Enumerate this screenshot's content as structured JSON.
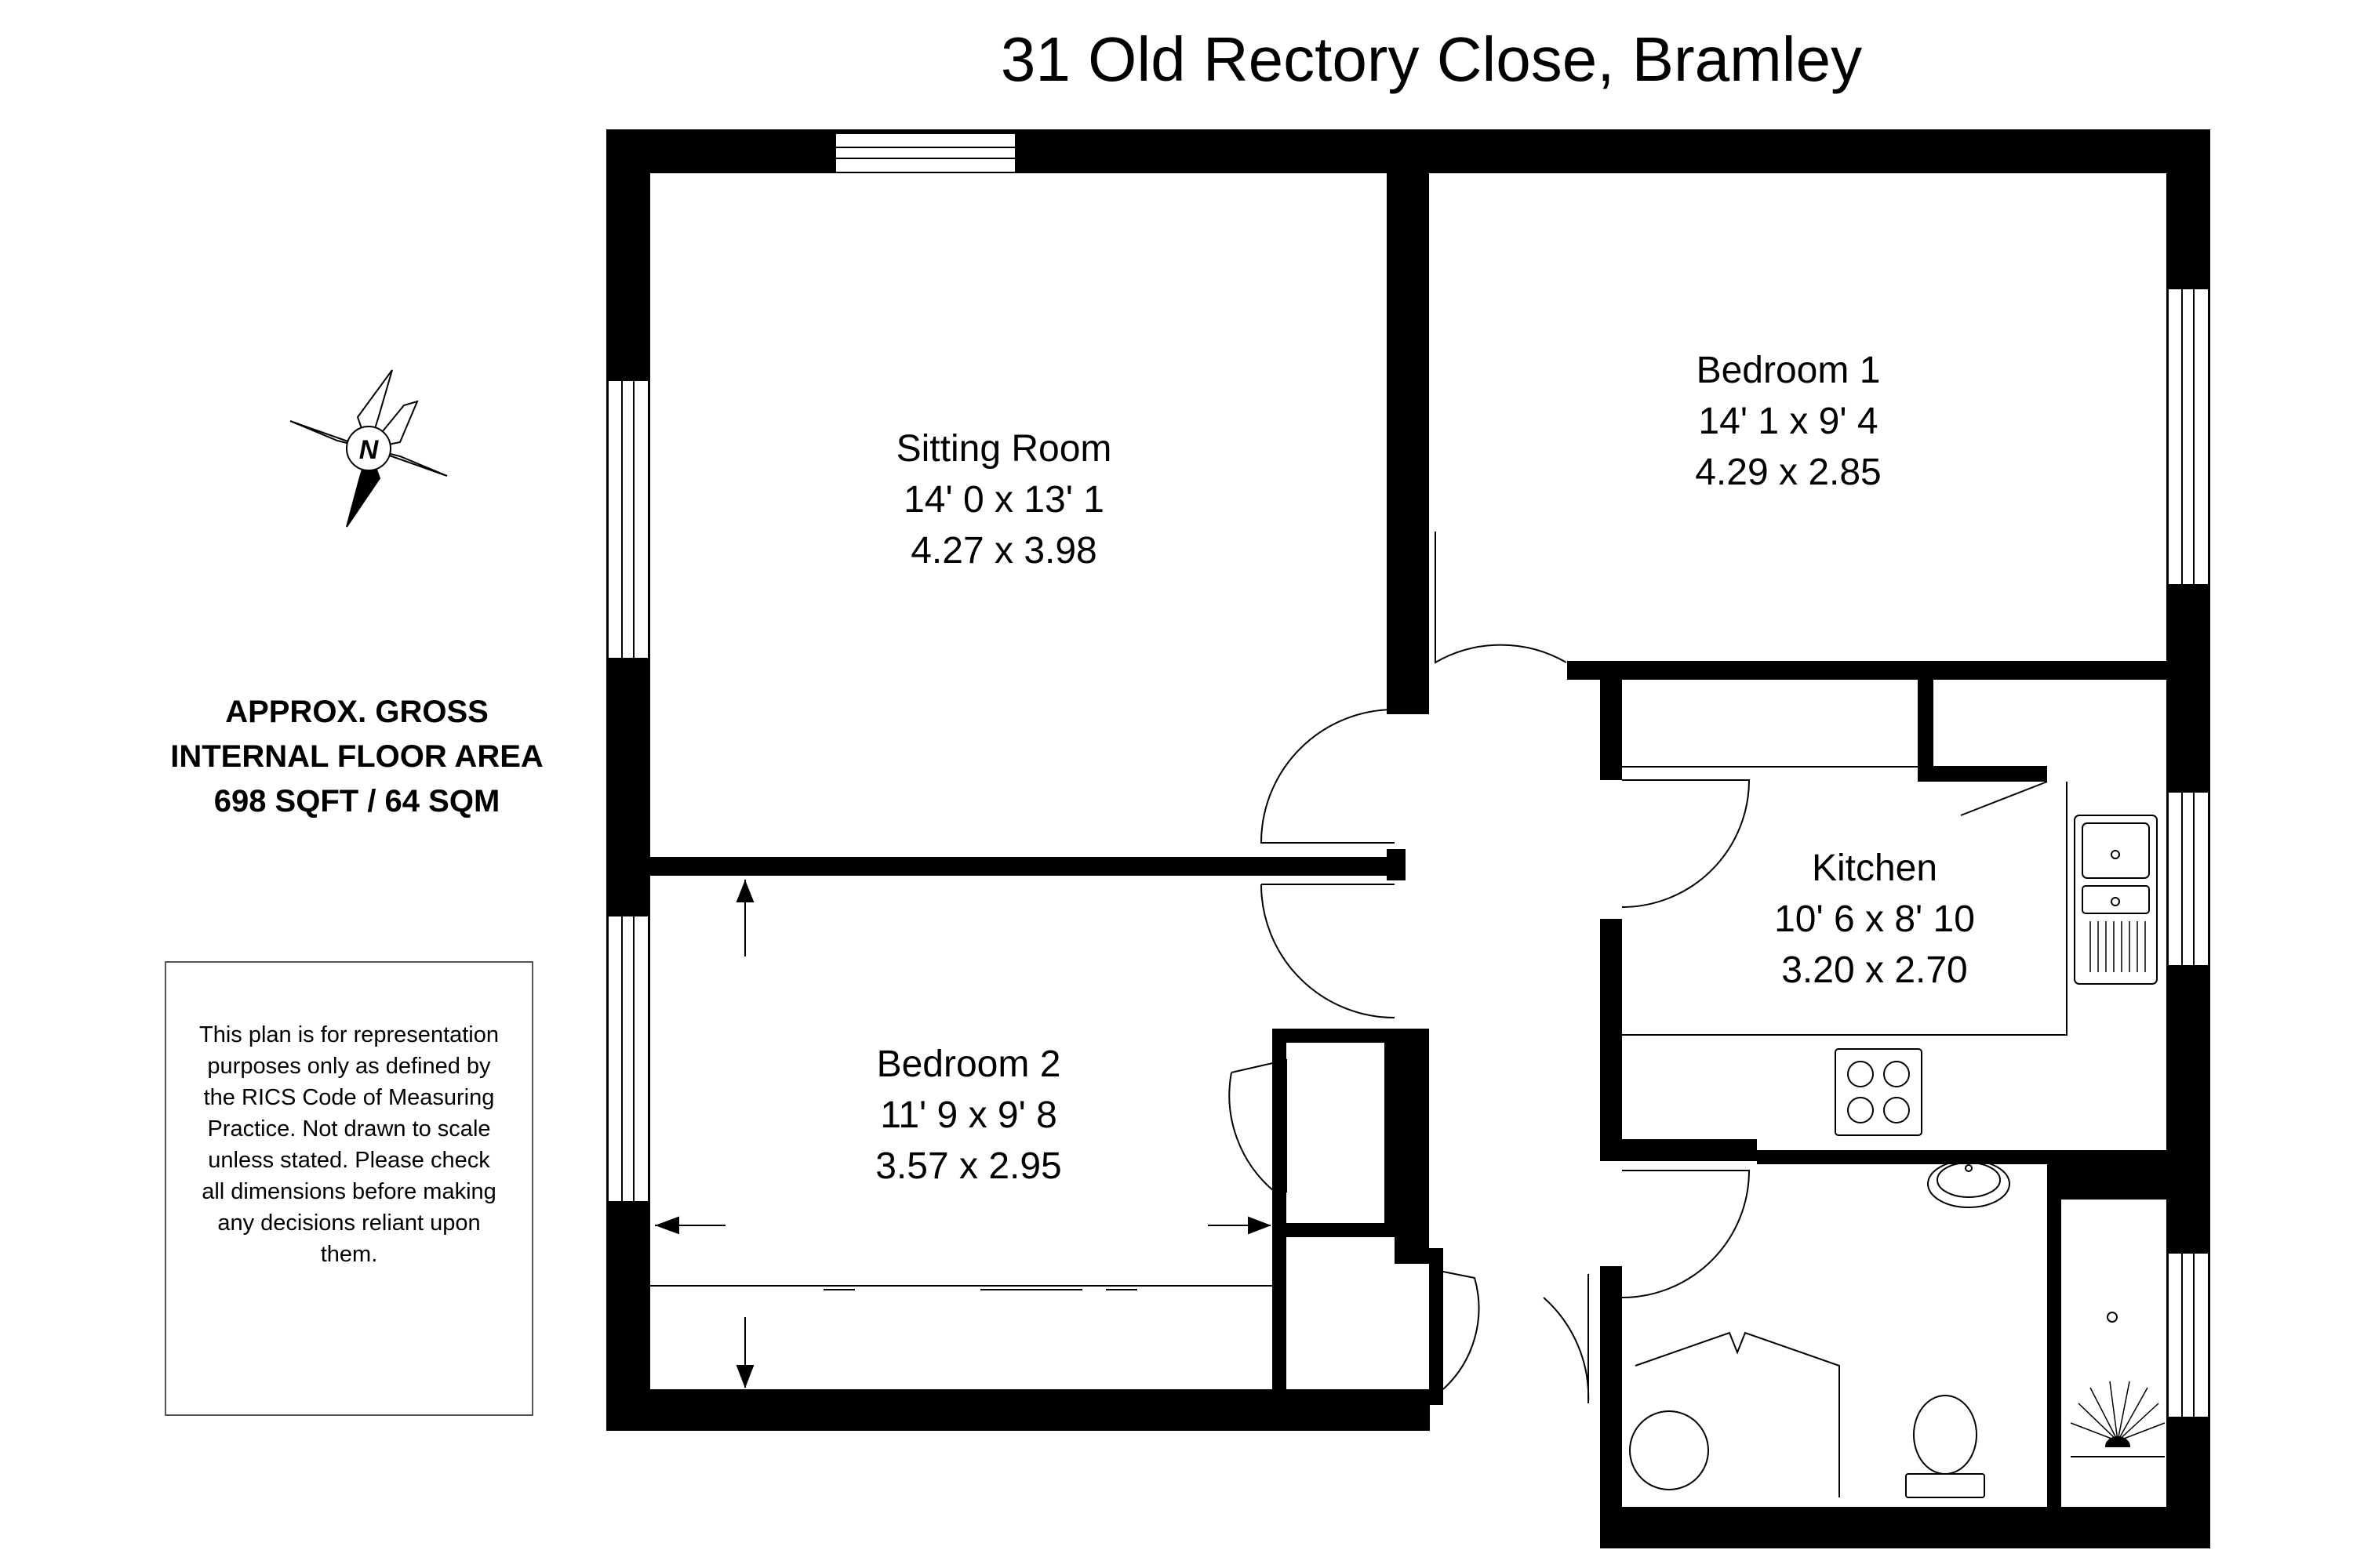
{
  "title": "31 Old Rectory Close, Bramley",
  "area": {
    "line1": "APPROX. GROSS",
    "line2": "INTERNAL FLOOR AREA",
    "line3": "698 SQFT / 64 SQM"
  },
  "disclaimer": "This plan is for representation purposes only as defined by the RICS Code of Measuring Practice. Not drawn to scale unless stated. Please check all dimensions before making any decisions reliant upon them.",
  "compass": {
    "label": "N"
  },
  "rooms": [
    {
      "name": "Sitting Room",
      "imperial": "14' 0 x 13' 1",
      "metric": "4.27 x 3.98"
    },
    {
      "name": "Bedroom 1",
      "imperial": "14' 1 x 9' 4",
      "metric": "4.29 x 2.85"
    },
    {
      "name": "Kitchen",
      "imperial": "10' 6 x 8' 10",
      "metric": "3.20 x 2.70"
    },
    {
      "name": "Bedroom 2",
      "imperial": "11' 9 x 9' 8",
      "metric": "3.57 x 2.95"
    }
  ]
}
